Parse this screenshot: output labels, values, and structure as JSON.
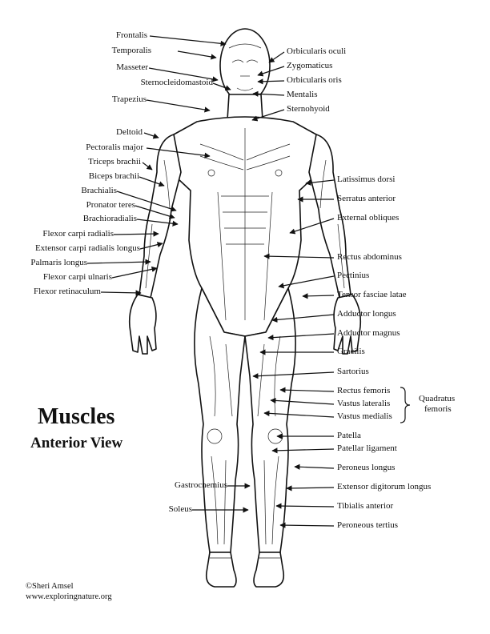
{
  "title": "Muscles",
  "subtitle": "Anterior View",
  "credit": {
    "line1": "©Sheri Amsel",
    "line2": "www.exploringnature.org"
  },
  "group_label": {
    "line1": "Quadratus",
    "line2": "femoris"
  },
  "labels_left": [
    "Frontalis",
    "Temporalis",
    "Masseter",
    "Sternocleidomastoid",
    "Trapezius",
    "Deltoid",
    "Pectoralis major",
    "Triceps brachii",
    "Biceps brachii",
    "Brachialis",
    "Pronator teres",
    "Brachioradialis",
    "Flexor carpi radialis",
    "Extensor carpi radialis longus",
    "Palmaris longus",
    "Flexor carpi ulnaris",
    "Flexor retinaculum",
    "Gastrocnemius",
    "Soleus"
  ],
  "labels_right": [
    "Orbicularis oculi",
    "Zygomaticus",
    "Orbicularis oris",
    "Mentalis",
    "Sternohyoid",
    "Latissimus dorsi",
    "Serratus anterior",
    "External obliques",
    "Rectus abdominus",
    "Pectinius",
    "Tensor fasciae latae",
    "Adductor longus",
    "Adductor magnus",
    "Gracilis",
    "Sartorius",
    "Rectus femoris",
    "Vastus lateralis",
    "Vastus medialis",
    "Patella",
    "Patellar ligament",
    "Peroneus longus",
    "Extensor digitorum longus",
    "Tibialis anterior",
    "Peroneous tertius"
  ]
}
